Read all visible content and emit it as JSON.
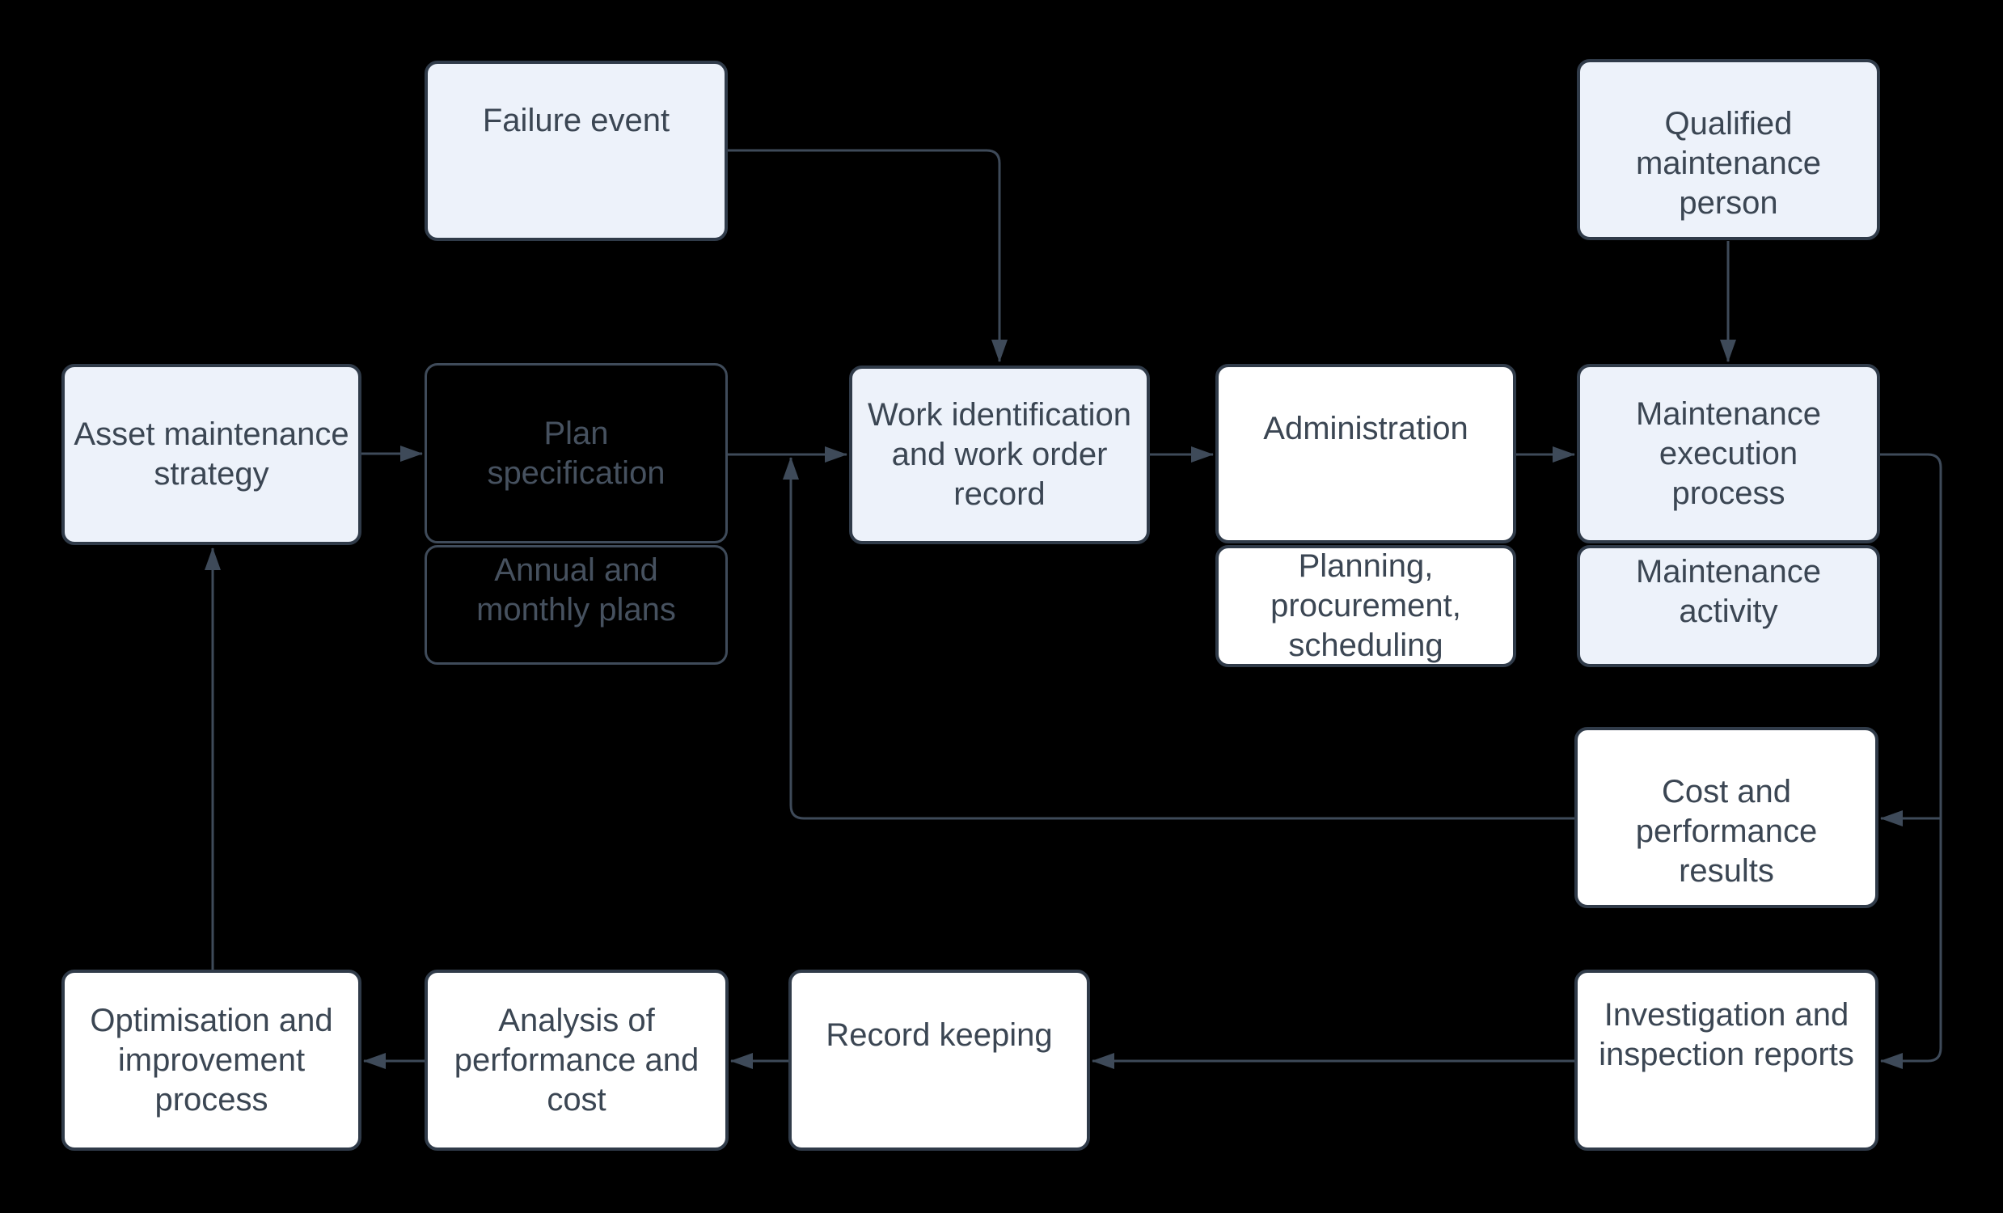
{
  "palette": {
    "background": "#000000",
    "node_fill_light": "#edf2fa",
    "node_fill_white": "#ffffff",
    "node_fill_dark": "#000000",
    "node_border": "#303b49",
    "node_border_dark": "#3f4b5a",
    "wire": "#3e4a59",
    "text": "#3b4653",
    "text_dim": "#46515f"
  },
  "nodes": {
    "failure_event": {
      "label": "Failure event"
    },
    "qualified_maintenance_person": {
      "label": "Qualified\nmaintenance\nperson"
    },
    "asset_maintenance_strategy": {
      "label": "Asset maintenance\nstrategy"
    },
    "plan_specification": {
      "label": "Plan\nspecification"
    },
    "annual_monthly_plans": {
      "label": "Annual and\nmonthly plans"
    },
    "work_identification": {
      "label": "Work identification\nand work order\nrecord"
    },
    "administration": {
      "label": "Administration"
    },
    "planning_procurement_scheduling": {
      "label": "Planning,\nprocurement,\nscheduling"
    },
    "maintenance_execution_process": {
      "label": "Maintenance\nexecution\nprocess"
    },
    "maintenance_activity": {
      "label": "Maintenance\nactivity"
    },
    "cost_and_performance_results": {
      "label": "Cost  and\nperformance\nresults"
    },
    "optimisation_and_improvement_process": {
      "label": "Optimisation  and\nimprovement\nprocess"
    },
    "analysis_of_performance_and_cost": {
      "label": "Analysis of\nperformance and\ncost"
    },
    "record_keeping": {
      "label": "Record keeping"
    },
    "investigation_and_inspection_reports": {
      "label": "Investigation and\ninspection reports"
    }
  },
  "connectors": [
    {
      "from": "failure_event",
      "to": "work_identification"
    },
    {
      "from": "qualified_maintenance_person",
      "to": "maintenance_execution_process"
    },
    {
      "from": "asset_maintenance_strategy",
      "to": "plan_specification"
    },
    {
      "from": "plan_specification",
      "to": "work_identification"
    },
    {
      "from": "work_identification",
      "to": "administration"
    },
    {
      "from": "administration",
      "to": "maintenance_execution_process"
    },
    {
      "from": "maintenance_execution_process",
      "to": "cost_and_performance_results"
    },
    {
      "from": "maintenance_execution_process",
      "to": "investigation_and_inspection_reports"
    },
    {
      "from": "cost_and_performance_results",
      "to": "work_identification"
    },
    {
      "from": "investigation_and_inspection_reports",
      "to": "record_keeping"
    },
    {
      "from": "record_keeping",
      "to": "analysis_of_performance_and_cost"
    },
    {
      "from": "analysis_of_performance_and_cost",
      "to": "optimisation_and_improvement_process"
    },
    {
      "from": "optimisation_and_improvement_process",
      "to": "asset_maintenance_strategy"
    }
  ]
}
